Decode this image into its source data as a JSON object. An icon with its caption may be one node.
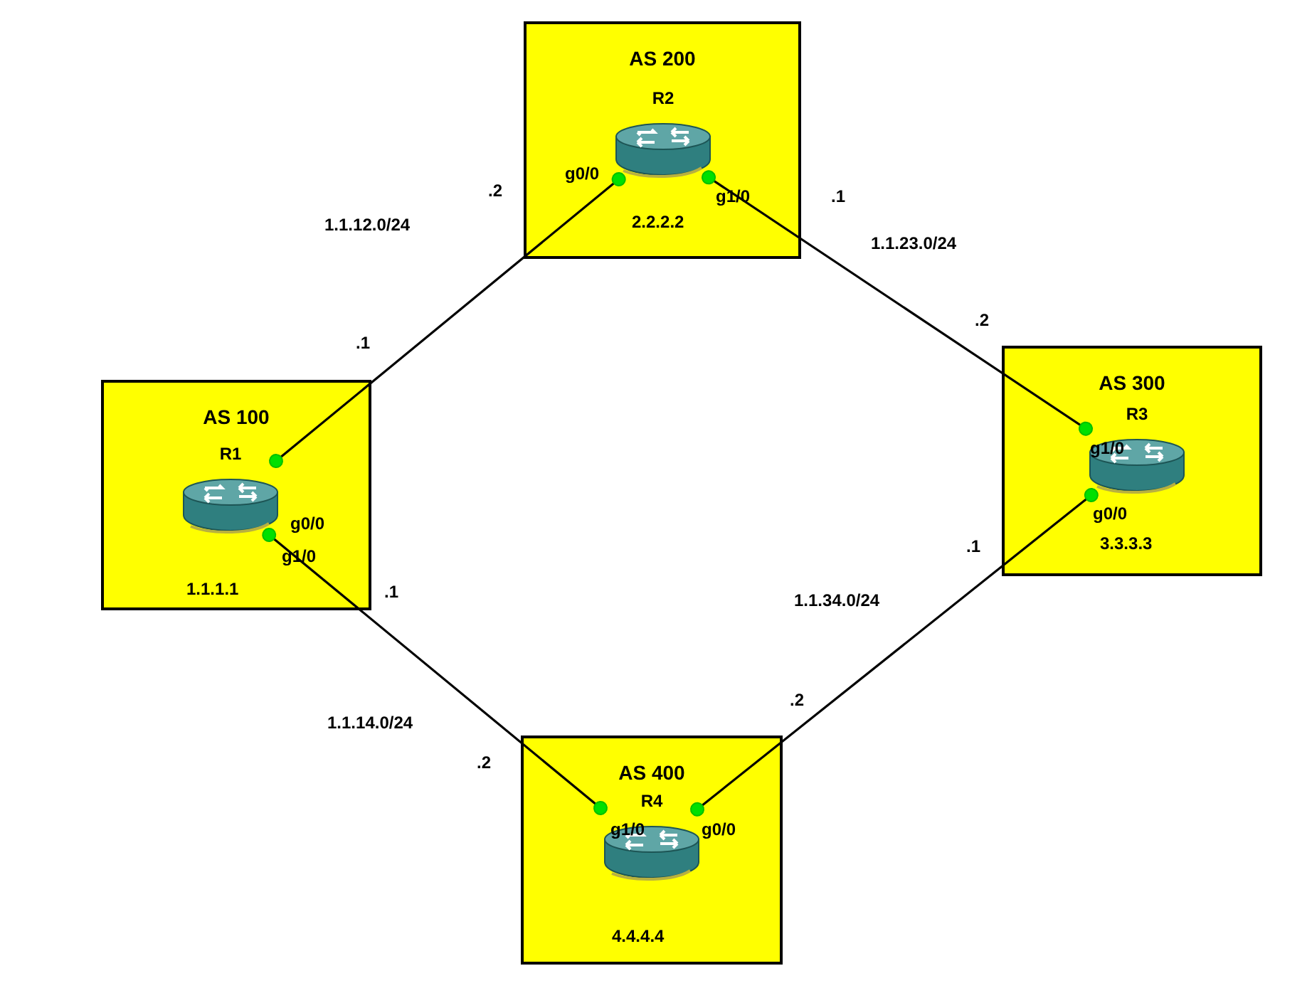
{
  "diagram": {
    "nodes": [
      {
        "text": [
          "AS 200",
          "2.2.2.2"
        ]
      },
      {
        "text": [
          "R2"
        ],
        "in": 0
      },
      {
        "text": [
          "AS 100",
          "1.1.1.1"
        ]
      },
      {
        "text": [
          "R1"
        ],
        "in": 2
      },
      {
        "text": [
          "AS 300",
          "3.3.3.3"
        ]
      },
      {
        "text": [
          "R3"
        ],
        "in": 4
      },
      {
        "text": [
          "AS 400",
          "4.4.4.4"
        ]
      },
      {
        "text": [
          "R4"
        ],
        "in": 6
      }
    ],
    "edges": [
      {
        "from": 3,
        "to": 1,
        "arrow": "other"
      },
      {
        "from": 1,
        "to": 5,
        "arrow": "other"
      },
      {
        "from": 5,
        "to": 7,
        "arrow": "other"
      },
      {
        "from": 3,
        "to": 7,
        "arrow": "other"
      }
    ],
    "labels": [
      "g0/0",
      "g1/0",
      ".2",
      ".1",
      "1.1.12.0/24",
      "1.1.23.0/24",
      ".2",
      ".1",
      "g1/0",
      "g0/0",
      "g0/0",
      ".1",
      "g1/0",
      ".1",
      "1.1.34.0/24",
      ".2",
      "1.1.14.0/24",
      ".2",
      "g1/0",
      "g0/0"
    ]
  }
}
